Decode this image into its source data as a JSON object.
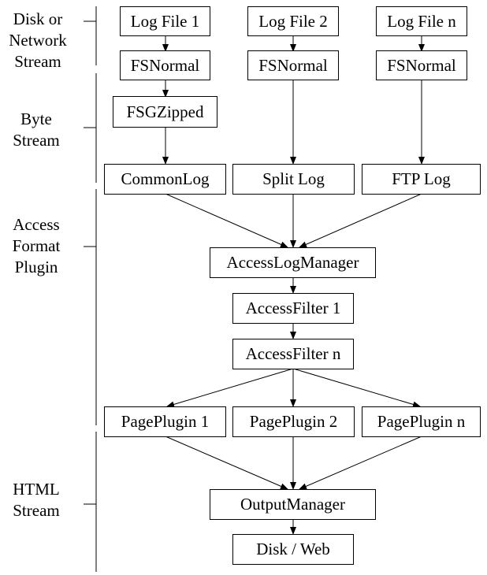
{
  "stages": [
    {
      "id": "disk",
      "label": "Disk or\nNetwork\nStream"
    },
    {
      "id": "byte",
      "label": "Byte\nStream"
    },
    {
      "id": "access",
      "label": "Access\nFormat\nPlugin"
    },
    {
      "id": "html",
      "label": "HTML\nStream"
    }
  ],
  "nodes": {
    "logfile1": "Log File 1",
    "logfile2": "Log File 2",
    "logfilen": "Log File n",
    "fsnormal1": "FSNormal",
    "fsnormal2": "FSNormal",
    "fsnormaln": "FSNormal",
    "fsgzipped": "FSGZipped",
    "commonlog": "CommonLog",
    "splitlog": "Split Log",
    "ftplog": "FTP Log",
    "accesslogmanager": "AccessLogManager",
    "accessfilter1": "AccessFilter 1",
    "accessfiltern": "AccessFilter n",
    "pageplugin1": "PagePlugin 1",
    "pageplugin2": "PagePlugin 2",
    "pagepluginn": "PagePlugin n",
    "outputmanager": "OutputManager",
    "diskweb": "Disk / Web"
  }
}
